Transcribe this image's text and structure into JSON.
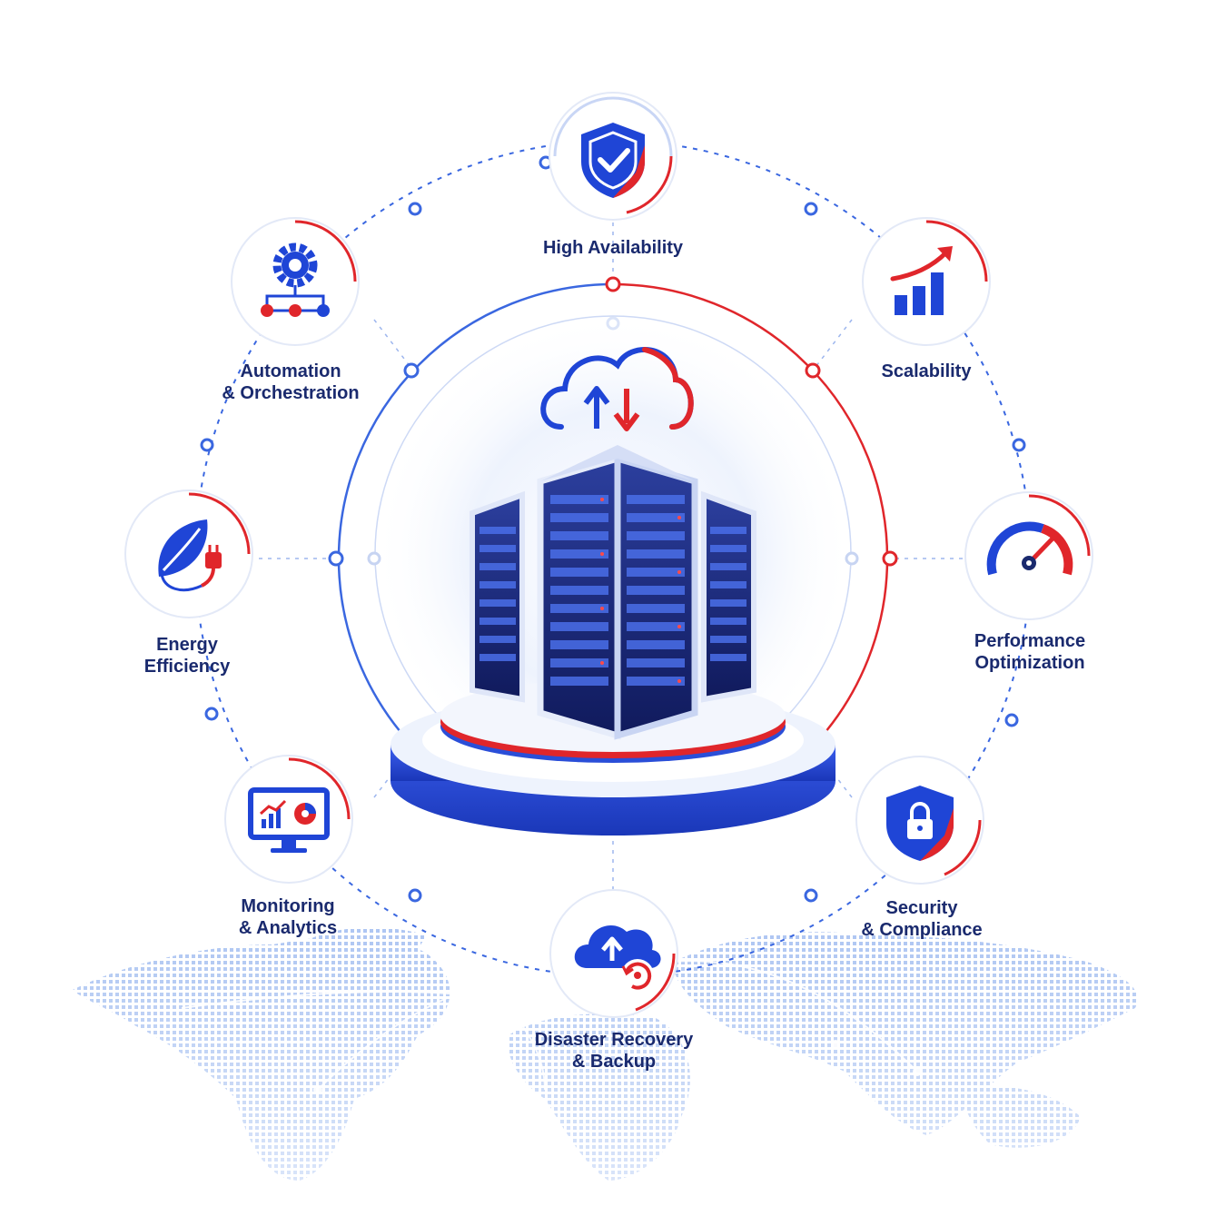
{
  "colors": {
    "primary_blue": "#1f45d6",
    "dark_navy": "#1a2a6e",
    "accent_red": "#e0262b",
    "light_blue": "#dce7fb"
  },
  "center": {
    "illustration": "server-rack-cluster",
    "cloud_icon": "cloud-sync-icon"
  },
  "features": [
    {
      "id": "high-availability",
      "icon": "shield-check-icon",
      "lines": [
        "High Availability"
      ]
    },
    {
      "id": "scalability",
      "icon": "growth-chart-icon",
      "lines": [
        "Scalability"
      ]
    },
    {
      "id": "performance-optimization",
      "icon": "speedometer-icon",
      "lines": [
        "Performance",
        "Optimization"
      ]
    },
    {
      "id": "security-compliance",
      "icon": "lock-shield-icon",
      "lines": [
        "Security",
        "& Compliance"
      ]
    },
    {
      "id": "disaster-recovery-backup",
      "icon": "cloud-backup-icon",
      "lines": [
        "Disaster Recovery",
        "& Backup"
      ]
    },
    {
      "id": "monitoring-analytics",
      "icon": "monitor-analytics-icon",
      "lines": [
        "Monitoring",
        "& Analytics"
      ]
    },
    {
      "id": "energy-efficiency",
      "icon": "leaf-plug-icon",
      "lines": [
        "Energy",
        "Efficiency"
      ]
    },
    {
      "id": "automation-orchestration",
      "icon": "gear-workflow-icon",
      "lines": [
        "Automation",
        "& Orchestration"
      ]
    }
  ],
  "background": {
    "map": "world-map-dots"
  }
}
